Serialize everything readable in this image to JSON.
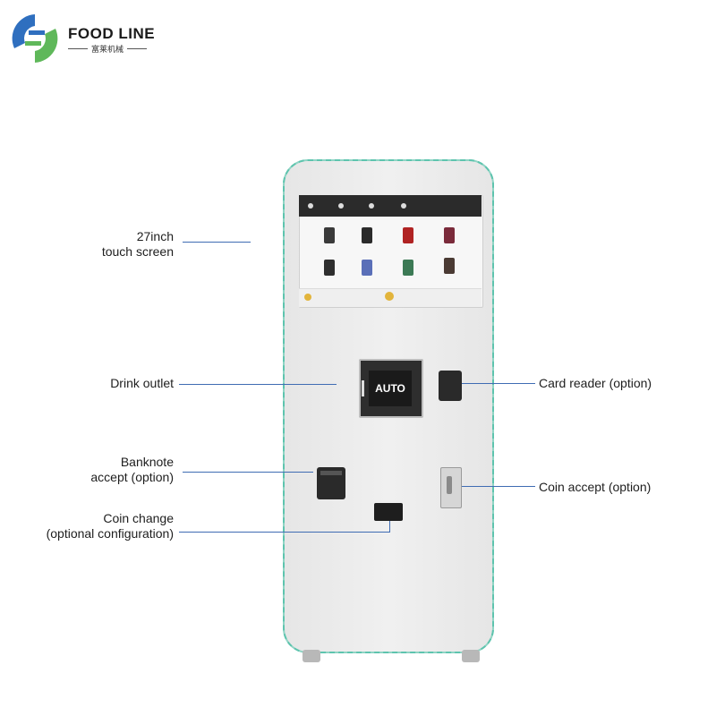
{
  "brand": {
    "name": "FOOD LINE",
    "subtitle": "富莱机械"
  },
  "screen_display": {
    "button_label": "AUTO"
  },
  "callouts": {
    "touch_screen_line1": "27inch",
    "touch_screen_line2": "touch screen",
    "drink_outlet": "Drink outlet",
    "banknote_line1": "Banknote",
    "banknote_line2": "accept (option)",
    "coin_change_line1": "Coin change",
    "coin_change_line2": "(optional configuration)",
    "card_reader": "Card reader (option)",
    "coin_accept": "Coin accept (option)"
  },
  "colors": {
    "brand_blue": "#2f6fbf",
    "brand_green": "#5fb85a",
    "machine_trim": "#5ec4ae",
    "callout_line": "#3f6cb3"
  }
}
